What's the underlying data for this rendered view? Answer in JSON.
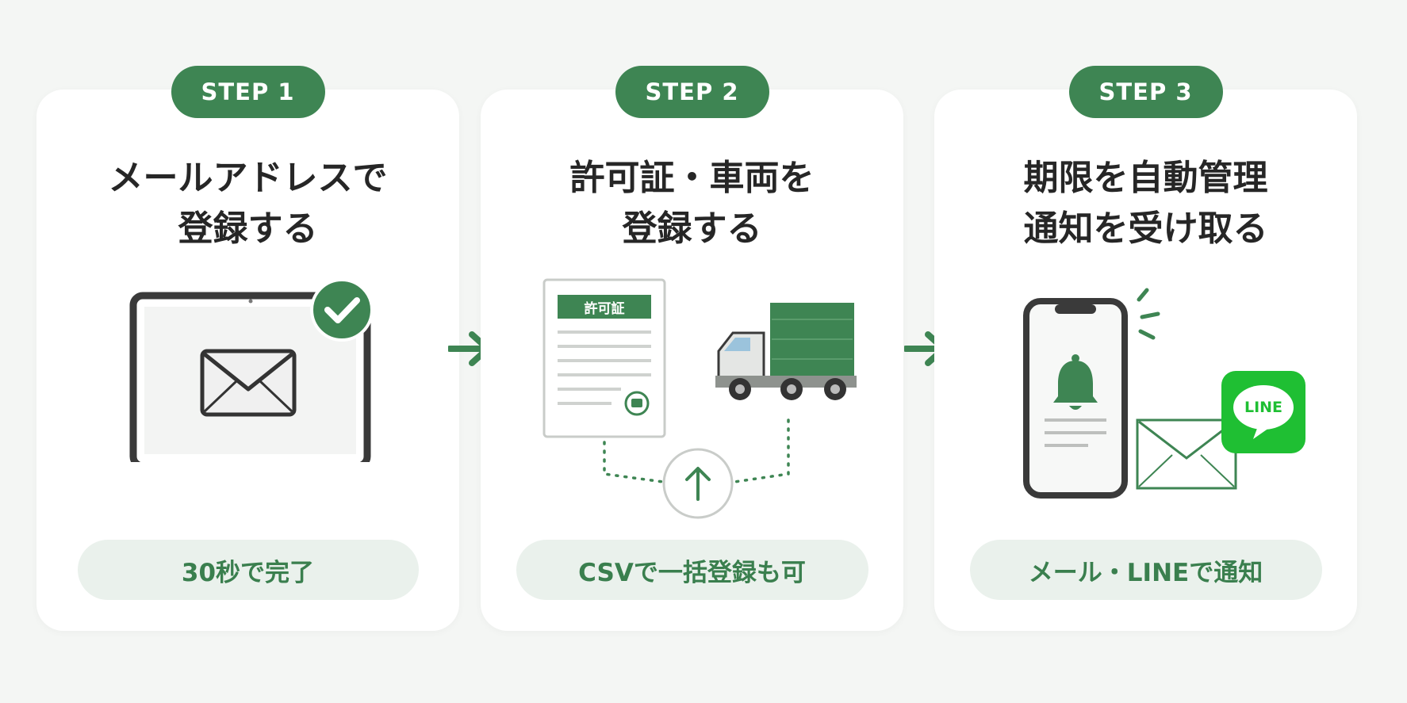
{
  "colors": {
    "accent": "#3e8553",
    "accent_light": "#eaf1ec",
    "line_green": "#1fbf33",
    "background": "#f4f6f4"
  },
  "steps": [
    {
      "badge": "STEP 1",
      "title_lines": [
        "メールアドレスで",
        "登録する"
      ],
      "note": "30秒で完了",
      "icons": [
        "laptop-icon",
        "envelope-icon",
        "check-badge-icon"
      ]
    },
    {
      "badge": "STEP 2",
      "title_lines": [
        "許可証・車両を",
        "登録する"
      ],
      "note": "CSVで一括登録も可",
      "document_label": "許可証",
      "icons": [
        "permit-document-icon",
        "truck-icon",
        "upload-icon"
      ]
    },
    {
      "badge": "STEP 3",
      "title_lines": [
        "期限を自動管理",
        "通知を受け取る"
      ],
      "note": "メール・LINEで通知",
      "line_label": "LINE",
      "icons": [
        "smartphone-icon",
        "bell-icon",
        "envelope-icon",
        "line-app-icon"
      ]
    }
  ],
  "arrows": [
    "arrow-right-icon",
    "arrow-right-icon"
  ]
}
